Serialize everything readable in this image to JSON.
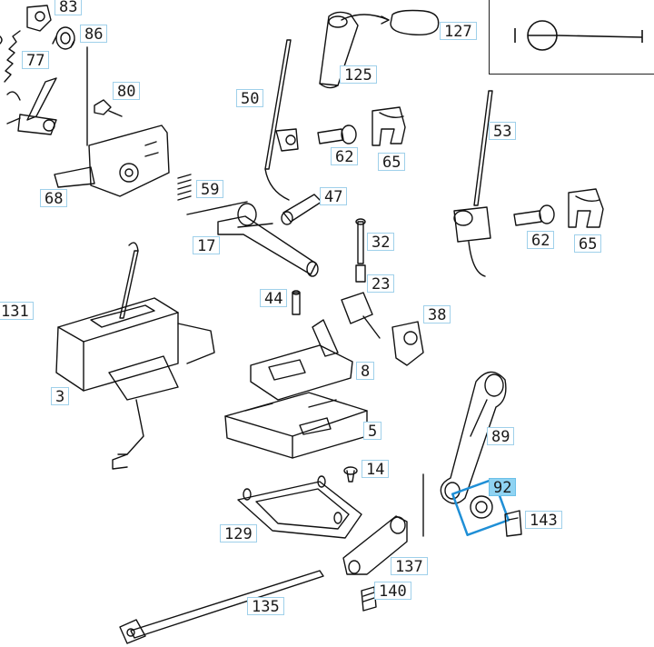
{
  "diagram": {
    "type": "exploded-parts-diagram",
    "highlight_color": "#8fd3f2",
    "callout_border_color": "#9fd0ea",
    "selection_box_color": "#1f8fd6",
    "callouts": [
      {
        "id": "83",
        "label": "83"
      },
      {
        "id": "86",
        "label": "86"
      },
      {
        "id": "77",
        "label": "77"
      },
      {
        "id": "80",
        "label": "80"
      },
      {
        "id": "68",
        "label": "68"
      },
      {
        "id": "50",
        "label": "50"
      },
      {
        "id": "125",
        "label": "125"
      },
      {
        "id": "127",
        "label": "127"
      },
      {
        "id": "62a",
        "label": "62"
      },
      {
        "id": "65a",
        "label": "65"
      },
      {
        "id": "53",
        "label": "53"
      },
      {
        "id": "59",
        "label": "59"
      },
      {
        "id": "47",
        "label": "47"
      },
      {
        "id": "17",
        "label": "17"
      },
      {
        "id": "32",
        "label": "32"
      },
      {
        "id": "62b",
        "label": "62"
      },
      {
        "id": "65b",
        "label": "65"
      },
      {
        "id": "131",
        "label": "131"
      },
      {
        "id": "44",
        "label": "44"
      },
      {
        "id": "23",
        "label": "23"
      },
      {
        "id": "38",
        "label": "38"
      },
      {
        "id": "8",
        "label": "8"
      },
      {
        "id": "3",
        "label": "3"
      },
      {
        "id": "5",
        "label": "5"
      },
      {
        "id": "89",
        "label": "89"
      },
      {
        "id": "14",
        "label": "14"
      },
      {
        "id": "92",
        "label": "92",
        "highlighted": true
      },
      {
        "id": "143",
        "label": "143"
      },
      {
        "id": "129",
        "label": "129"
      },
      {
        "id": "137",
        "label": "137"
      },
      {
        "id": "140",
        "label": "140"
      },
      {
        "id": "135",
        "label": "135"
      }
    ]
  }
}
